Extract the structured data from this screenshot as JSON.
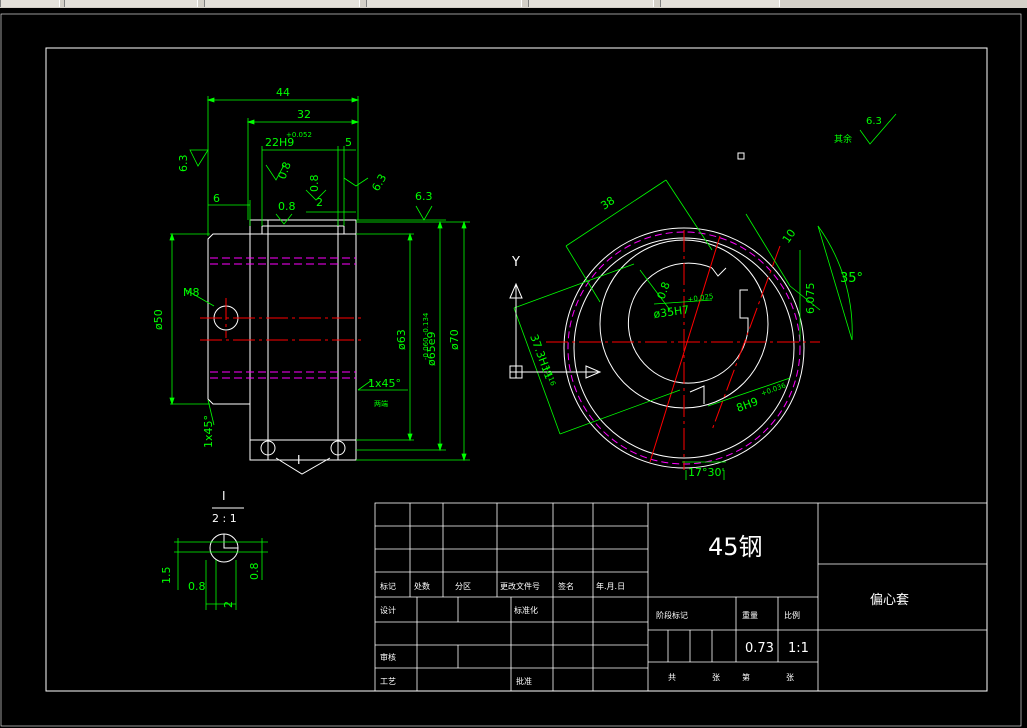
{
  "colors": {
    "background": "#000000",
    "outline": "#ffffff",
    "dimension": "#00ff00",
    "centerline": "#ff0000",
    "hidden_line": "#ff00ff",
    "toolbar": "#d4d0c8"
  },
  "front_view": {
    "dim_length_total": "44",
    "dim_length_body": "32",
    "dim_groove": "22H9",
    "dim_groove_tol": "+0.052",
    "dim_5": "5",
    "dim_6": "6",
    "dim_2": "2",
    "dim_m8": "M8",
    "dim_dia50": "ø50",
    "dim_dia63": "ø63",
    "dim_dia65": "ø65e9",
    "dim_dia65_tol": "-0.060 -0.134",
    "dim_dia70": "ø70",
    "chamfer_left": "1x45°",
    "chamfer_right": "1x45°",
    "chamfer_note": "两端",
    "detail_ref": "I",
    "rough_63_left": "6.3",
    "rough_63_top": "6.3",
    "rough_63_right": "6.3",
    "rough_08_a": "0.8",
    "rough_08_b": "0.8",
    "rough_08_c": "0.8"
  },
  "side_view": {
    "dim_38": "38",
    "dim_10": "10",
    "dim_6075": "6.075",
    "dim_35deg": "35°",
    "dim_bore": "ø35H7",
    "dim_bore_tol": "+0.025",
    "dim_keyway": "37.3H11",
    "dim_keyway_tol": "+0.16",
    "dim_8h9": "8H9",
    "dim_8h9_tol": "+0.036",
    "dim_angle": "17°30'",
    "rough_08": "0.8",
    "axis_y": "Y"
  },
  "roughness_note": {
    "label": "其余",
    "value": "6.3"
  },
  "detail_view": {
    "title": "I",
    "scale": "2 : 1",
    "dim_15": "1.5",
    "dim_08a": "0.8",
    "dim_08b": "0.8",
    "dim_2": "2"
  },
  "title_block": {
    "material": "45钢",
    "part_name": "偏心套",
    "weight": "0.73",
    "scale": "1:1",
    "row_labels": [
      "标记",
      "处数",
      "分区",
      "更改文件号",
      "签名",
      "年.月.日"
    ],
    "design": "设计",
    "standardize": "标准化",
    "review": "审核",
    "process": "工艺",
    "approve": "批准",
    "stage_mark": "阶段标记",
    "weight_label": "重量",
    "scale_label": "比例",
    "sheet_total": "共",
    "sheet_zhang": "张",
    "sheet_di": "第",
    "sheet_zhang2": "张"
  }
}
